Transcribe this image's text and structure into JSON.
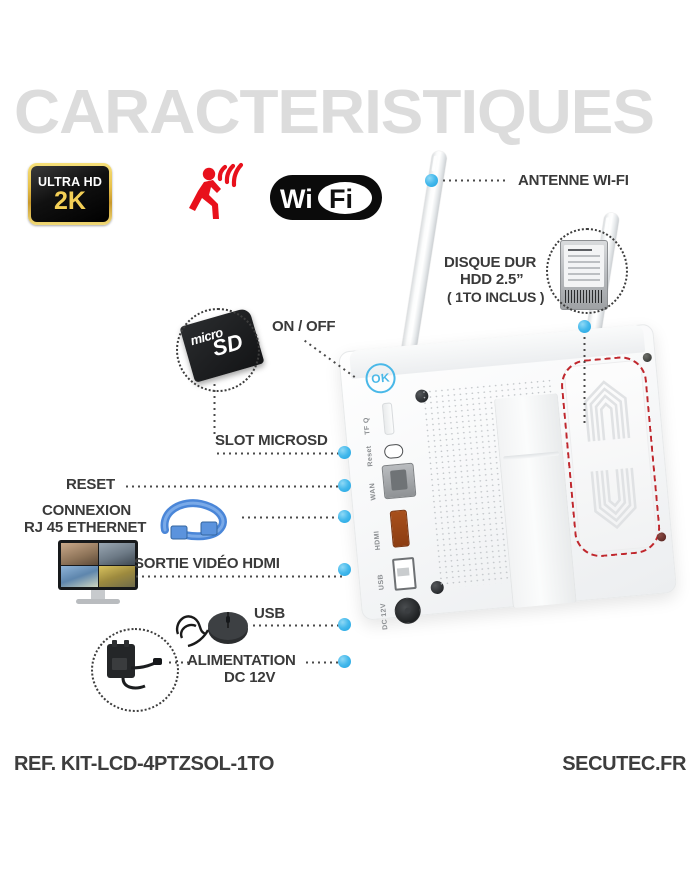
{
  "title": "CARACTERISTIQUES",
  "badges": [
    {
      "name": "ultra-hd-2k",
      "line1": "ULTRA HD",
      "line2": "2K"
    },
    {
      "name": "motion-detection",
      "line1": "",
      "line2": ""
    },
    {
      "name": "wifi",
      "line1": "Wi",
      "line2": "Fi"
    }
  ],
  "callouts": {
    "antenna": "ANTENNE WI-FI",
    "hdd_line1": "DISQUE DUR",
    "hdd_line2": "HDD 2.5”",
    "hdd_line3": "( 1TO INCLUS )",
    "onoff": "ON / OFF",
    "microsd": "SLOT MICROSD",
    "reset": "RESET",
    "ethernet_line1": "CONNEXION",
    "ethernet_line2": "RJ 45 ETHERNET",
    "hdmi": "SORTIE VIDÉO HDMI",
    "usb": "USB",
    "power_line1": "ALIMENTATION",
    "power_line2": "DC 12V"
  },
  "device": {
    "power_button": "OK",
    "port_labels": {
      "tf": "TF Q",
      "reset": "Reset",
      "wan": "WAN",
      "hdmi": "HDMI",
      "usb": "USB",
      "dc": "DC 12V"
    }
  },
  "footer": {
    "reference": "REF. KIT-LCD-4PTZSOL-1TO",
    "brand": "SECUTEC.FR"
  },
  "colors": {
    "title_gray": "#dcdcdc",
    "label_dark": "#3a3a3a",
    "anchor_cyan": "#45b9ec",
    "highlight_red": "#c0272d",
    "badge_gold": "#e8c14a",
    "motion_red": "#e8111c",
    "hdmi_orange": "#a8501c",
    "ethernet_blue": "#4a86d8"
  }
}
